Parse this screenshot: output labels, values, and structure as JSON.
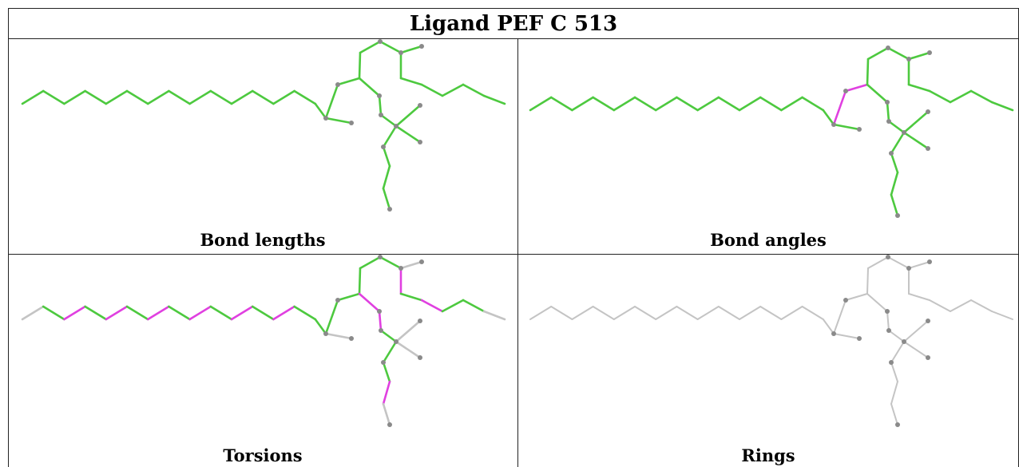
{
  "title": "Ligand PEF C 513",
  "panels": [
    {
      "caption": "Bond lengths"
    },
    {
      "caption": "Bond angles"
    },
    {
      "caption": "Torsions"
    },
    {
      "caption": "Rings"
    }
  ],
  "colors": {
    "green": "#4dc93f",
    "magenta": "#e040e0",
    "grey": "#c4c4c4",
    "atom": "#8a8a8a"
  }
}
